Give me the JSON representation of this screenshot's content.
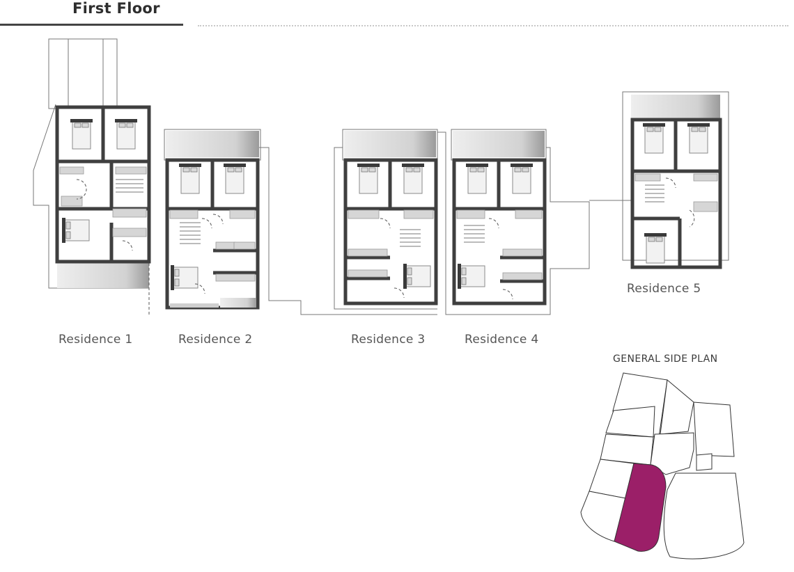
{
  "title": "First Floor",
  "residences": [
    {
      "label": "Residence 1"
    },
    {
      "label": "Residence 2"
    },
    {
      "label": "Residence 3"
    },
    {
      "label": "Residence 4"
    },
    {
      "label": "Residence 5"
    }
  ],
  "site_plan": {
    "title": "GENERAL SIDE PLAN",
    "highlight_color": "#9b1f68"
  }
}
